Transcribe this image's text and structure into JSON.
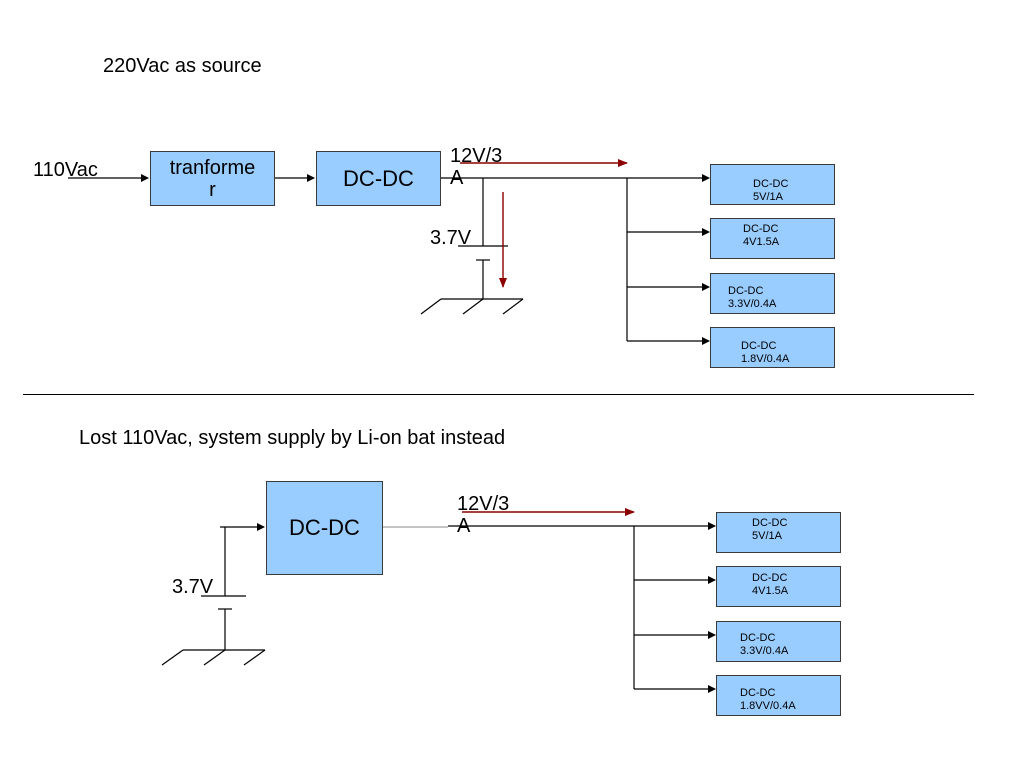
{
  "top": {
    "heading": "220Vac as source",
    "input_label": "110Vac",
    "transformer": {
      "line1": "tranforme",
      "line2": "r"
    },
    "dcdc_main": "DC-DC",
    "bus_label": {
      "line1": "12V/3",
      "line2": "A"
    },
    "battery_label": "3.7V",
    "outputs": [
      {
        "line1": "DC-DC",
        "line2": "5V/1A"
      },
      {
        "line1": "DC-DC",
        "line2": "4V1.5A"
      },
      {
        "line1": "DC-DC",
        "line2": "3.3V/0.4A"
      },
      {
        "line1": "DC-DC",
        "line2": "1.8V/0.4A"
      }
    ]
  },
  "bottom": {
    "heading": "Lost 110Vac, system supply by Li-on bat instead",
    "dcdc_main": "DC-DC",
    "bus_label": {
      "line1": "12V/3",
      "line2": "A"
    },
    "battery_label": "3.7V",
    "outputs": [
      {
        "line1": "DC-DC",
        "line2": "5V/1A"
      },
      {
        "line1": "DC-DC",
        "line2": "4V1.5A"
      },
      {
        "line1": "DC-DC",
        "line2": "3.3V/0.4A"
      },
      {
        "line1": "DC-DC",
        "line2": "1.8VV/0.4A"
      }
    ]
  },
  "colors": {
    "box_fill": "#99ccff",
    "flow_arrow": "#8b0000",
    "wire": "#000000"
  }
}
